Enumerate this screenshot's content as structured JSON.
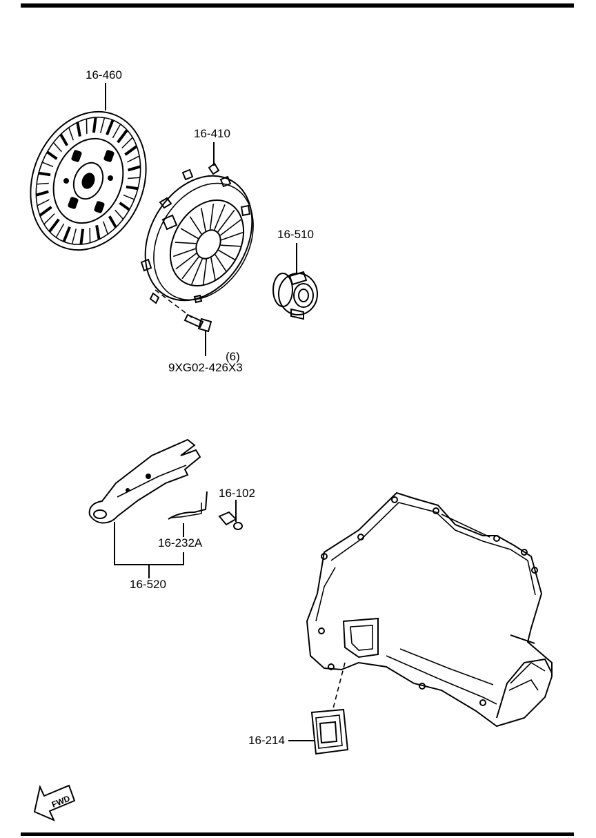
{
  "parts": {
    "clutch_disc": "16-460",
    "pressure_plate": "16-410",
    "release_bearing": "16-510",
    "bolt_qty": "(6)",
    "bolt": "9XG02-426X3",
    "grease_fitting": "16-102",
    "spring": "16-232A",
    "release_fork": "16-520",
    "dust_boot": "16-214"
  },
  "fwd_arrow": {
    "label": "FWD",
    "icon": "fwd-arrow-icon"
  },
  "colors": {
    "ink": "#000000",
    "paper": "#ffffff"
  }
}
